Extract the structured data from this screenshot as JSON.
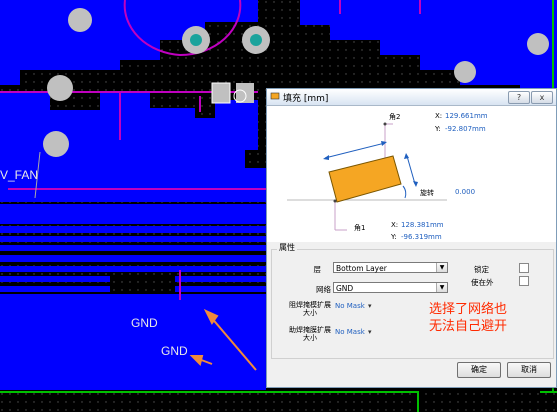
{
  "pcb": {
    "net_label_left": "V_FAN",
    "net_label_1": "GND",
    "net_label_2": "GND",
    "colors": {
      "copper": "#0000ff",
      "background": "#000000",
      "pad": "#c0c0c0",
      "via_hole": "#1aa39c",
      "outline": "#c000c0",
      "board_edge": "#00c000",
      "arrow": "#f08a3c"
    }
  },
  "dialog": {
    "title": "填充 [mm]",
    "title_buttons": {
      "help": "?",
      "close": "x"
    },
    "diagram": {
      "corner2_label": "角2",
      "corner2_x_label": "X:",
      "corner2_x": "129.661mm",
      "corner2_y_label": "Y:",
      "corner2_y": "-92.807mm",
      "rotation_label": "旋转",
      "rotation_value": "0.000",
      "corner1_label": "角1",
      "corner1_x_label": "X:",
      "corner1_x": "128.381mm",
      "corner1_y_label": "Y:",
      "corner1_y": "-96.319mm"
    },
    "properties": {
      "group_title": "属性",
      "layer_label": "层",
      "layer_value": "Bottom Layer",
      "net_label": "网络",
      "net_value": "GND",
      "locked_label": "锁定",
      "keepout_label": "使在外",
      "solder_mask_label": "阻焊掩模扩展大小",
      "solder_mask_value": "No Mask",
      "paste_mask_label": "助焊掩膜扩展大小",
      "paste_mask_value": "No Mask"
    },
    "buttons": {
      "ok": "确定",
      "cancel": "取消"
    }
  },
  "annotation": {
    "line1": "选择了网络也",
    "line2": "无法自己避开"
  }
}
